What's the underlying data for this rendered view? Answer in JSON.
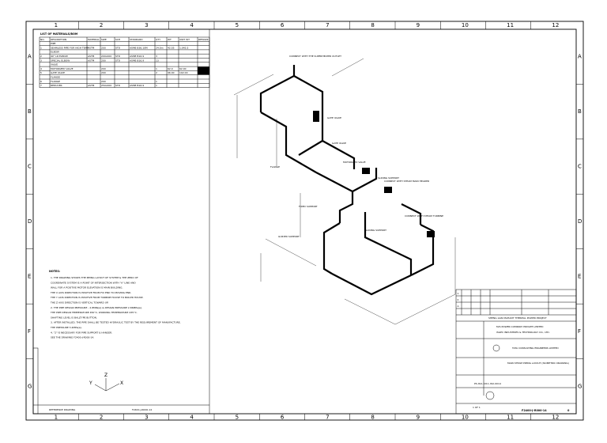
{
  "grid": {
    "columns": [
      "1",
      "2",
      "3",
      "4",
      "5",
      "6",
      "7",
      "8",
      "9",
      "10",
      "11",
      "12"
    ],
    "rows": [
      "A",
      "B",
      "C",
      "D",
      "E",
      "F",
      "G"
    ]
  },
  "bom": {
    "title": "LIST OF MATERIALS/BOM",
    "headers": [
      "NO.",
      "DESCRIPTION",
      "MATERIAL",
      "SIZE",
      "SCH",
      "STANDARD",
      "QTY",
      "WT",
      "UNIT WT",
      "REMARK"
    ],
    "rows": [
      [
        "",
        "PIPE",
        "",
        "",
        "",
        "",
        "",
        "",
        "",
        ""
      ],
      [
        "1",
        "SEAMLESS PIPE FOR HIGH TEMP",
        "ASTM",
        "200",
        "STD",
        "ASME B36.10M",
        "24.5m",
        "42.55",
        "1.042.5",
        ""
      ],
      [
        "",
        "ELBOW",
        "",
        "",
        "",
        "",
        "",
        "",
        "",
        ""
      ],
      [
        "2",
        "90° LR ELBOW",
        "ASTM",
        "200x200",
        "STD",
        "ASME B16.9",
        "3",
        "",
        "",
        ""
      ],
      [
        "3",
        "SPECIAL ELBOW",
        "ASTM",
        "200",
        "STD",
        "ASME B16.9",
        "13",
        "",
        "",
        ""
      ],
      [
        "",
        "VALVE",
        "",
        "",
        "",
        "",
        "",
        "",
        "",
        ""
      ],
      [
        "4",
        "MOTORIZED VALVE",
        "",
        "200",
        "",
        "",
        "1",
        "62.0",
        "62.00",
        ""
      ],
      [
        "5",
        "GATE VALVE",
        "",
        "200",
        "",
        "",
        "2",
        "96.00",
        "192.00",
        ""
      ],
      [
        "",
        "FLANGE",
        "",
        "",
        "",
        "",
        "",
        "",
        "",
        ""
      ],
      [
        "6",
        "FLANGE",
        "",
        "200",
        "",
        "",
        "1",
        "",
        "",
        ""
      ],
      [
        "7",
        "REDUCER",
        "ASTM",
        "250x200",
        "STD",
        "ASME B16.9",
        "1",
        "",
        "",
        ""
      ]
    ]
  },
  "notes": {
    "title": "NOTES:",
    "lines": [
      "1. THE DRAWING SHOWS THE PIPING LAYOUT OF SYSTEM & THE ZERO OF",
      "   COORDINATE SYSTEM IS A POINT OF INTERSECTION WITH \"A\" LINE AND",
      "   WALL FOR A POSITIVE MOTOR ELEVATION IS MAIN BUILDING.",
      "   THE X AXIS DIRECTION IS POSITIVE FROM FIX END TO MOVING END.",
      "   THE Y AXIS DIRECTION IS POSITIVE FROM TURBINE HOUSE TO BOILER HOUSE.",
      "   THE Z AXIS DIRECTION IS VERTICAL TOWARD UP.",
      "2. THE PIPE DESIGN PRESSURE - 2.8MPa(a) & DESIGN PRESSURE 2.86MPa(a).",
      "   THE PIPE DESIGN TEMPERATURE 450°C, WORKING TEMPERATURE 435°C.",
      "   SHAFTING LEVEL IS BALLTYPE BUTTON.",
      "3. AFTER INSTALLED, THE PIPE SHALL BE TESTED HYDRAULIC TEST BY THE REQUIREMENT OF MANUFACTURE.",
      "   THE PRESSURE 3.2MPa(a).",
      "4. \"2\" IS NECESSARY FOR PIPE SUPPORT & HANGER.",
      "   SEE THE DRAWING F2400-J-R000-14."
    ]
  },
  "axes": {
    "x": "X",
    "y": "Y",
    "z": "Z"
  },
  "iso_labels": {
    "l1": "CONNECT WITH THE SUPERHEATER OUTLET",
    "l2": "GATE VALVE",
    "l3": "GATE VALVE",
    "l4": "MOTORIZED VALVE",
    "l5": "FLANGE",
    "l6": "SLIDING SUPPORT",
    "l7": "CONNECT WITH STEAM MAIN HEADER",
    "l8": "FIXED SUPPORT",
    "l9": "SLIDING SUPPORT",
    "l10": "GUIDED SUPPORT",
    "l11": "CONNECT WITH STEAM TURBINE"
  },
  "bottom_left": {
    "ref_label": "REFERENCE DRAWING",
    "ref_no": "F2400-J-R000-14"
  },
  "title_block": {
    "rev_rows": [
      [
        "1",
        "",
        "",
        "",
        "",
        "",
        ""
      ],
      [
        "0",
        "",
        "",
        "",
        "",
        "",
        ""
      ],
      [
        "A",
        "",
        "",
        "",
        "",
        "",
        ""
      ]
    ],
    "project": "SHENG LIAN MAHANT THERMAL POWER PROJECT",
    "client_name": "M/S POWER COMPANY PRIVATE LIMITED",
    "contractor_name": "ISGEC INDUSTRIES & TECHNOLOGY CO., LTD.",
    "consultant": "TATA CONSULTING ENGINEERS LIMITED",
    "drawing_title": "MAIN STEAM PIPING LAYOUT (ISOMETRIC DRAWING)",
    "doc_no": "PS-ISO-1011-ISO-0014",
    "drawing_no": "F2400-J-R000-14",
    "sheet": "1 OF 1",
    "rev": "0"
  }
}
